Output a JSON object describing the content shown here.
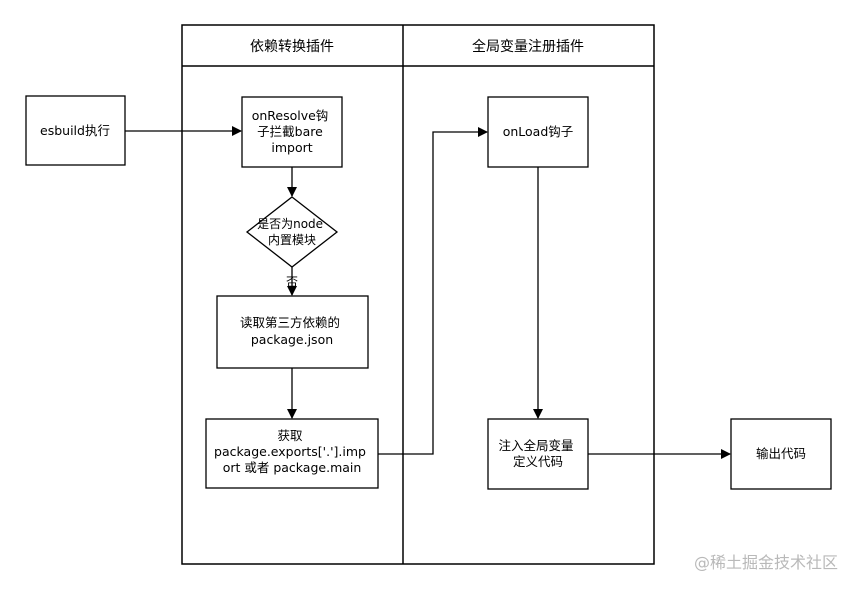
{
  "lanes": {
    "dependency_transform": "依赖转换插件",
    "global_var_register": "全局变量注册插件"
  },
  "nodes": {
    "esbuild_exec": [
      "esbuild执行"
    ],
    "on_resolve": [
      "onResolve钩",
      "子拦截bare",
      "import"
    ],
    "is_node_builtin": [
      "是否为node",
      "内置模块"
    ],
    "read_package_json": [
      "读取第三方依赖的",
      "package.json"
    ],
    "get_exports": [
      "获取",
      "package.exports['.'].imp",
      "ort 或者 package.main"
    ],
    "on_load": [
      "onLoad钩子"
    ],
    "inject_globals": [
      "注入全局变量",
      "定义代码"
    ],
    "output_code": [
      "输出代码"
    ]
  },
  "edge_labels": {
    "no": "否"
  },
  "watermark": "@稀土掘金技术社区"
}
